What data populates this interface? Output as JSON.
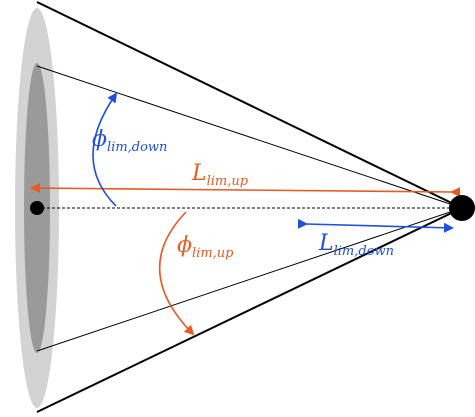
{
  "colors": {
    "blue": "#1f4fe0",
    "orange": "#e85a20",
    "outer_ring": "#d3d3d3",
    "inner_ring": "#9a9a9a",
    "black": "#000000"
  },
  "labels": {
    "phi_down": {
      "symbol": "ϕ",
      "subscript": "lim,down"
    },
    "phi_up": {
      "symbol": "ϕ",
      "subscript": "lim,up"
    },
    "L_up": {
      "symbol": "L",
      "subscript": "lim,up"
    },
    "L_down": {
      "symbol": "L",
      "subscript": "lim,down"
    }
  }
}
